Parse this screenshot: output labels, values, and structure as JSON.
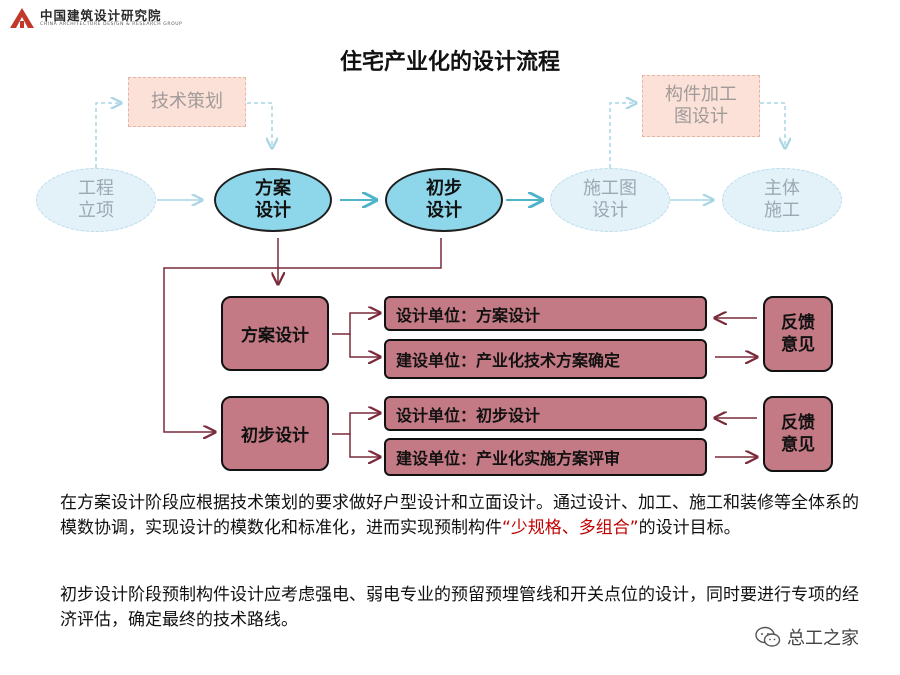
{
  "header": {
    "org_cn": "中国建筑设计研究院",
    "org_en": "CHINA ARCHITECTURE DESIGN & RESEARCH GROUP"
  },
  "title": "住宅产业化的设计流程",
  "flow": {
    "tech_plan": "技术策划",
    "component": [
      "构件加工",
      "图设计"
    ],
    "project": [
      "工程",
      "立项"
    ],
    "scheme": [
      "方案",
      "设计"
    ],
    "prelim": [
      "初步",
      "设计"
    ],
    "construction_drawing": [
      "施工图",
      "设计"
    ],
    "main_construction": [
      "主体",
      "施工"
    ]
  },
  "phases": [
    {
      "label": "方案设计",
      "tasks": [
        "设计单位：方案设计",
        "建设单位：产业化技术方案确定"
      ],
      "feedback": [
        "反馈",
        "意见"
      ]
    },
    {
      "label": "初步设计",
      "tasks": [
        "设计单位：初步设计",
        "建设单位：产业化实施方案评审"
      ],
      "feedback": [
        "反馈",
        "意见"
      ]
    }
  ],
  "paragraphs": {
    "p1_before": "在方案设计阶段应根据技术策划的要求做好户型设计和立面设计。通过设计、加工、施工和装修等全体系的模数协调，实现设计的模数化和标准化，进而实现预制构件",
    "p1_highlight": "“少规格、多组合”",
    "p1_after": "的设计目标。",
    "p2": "初步设计阶段预制构件设计应考虑强电、弱电专业的预留预埋管线和开关点位的设计，同时要进行专项的经济评估，确定最终的技术路线。"
  },
  "watermark": "总工之家",
  "colors": {
    "active_fill": "#8ed7ea",
    "faded_fill": "#e3f1f8",
    "task_fill": "#c47a84",
    "arrow_dark": "#7a2a3a",
    "arrow_teal": "#4fb3c9",
    "highlight": "#c00000"
  }
}
